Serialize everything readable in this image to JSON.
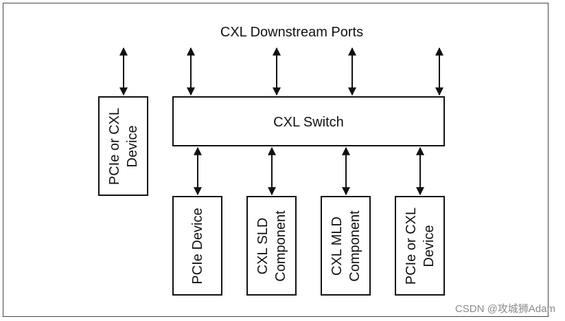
{
  "diagram": {
    "title": "CXL Downstream Ports",
    "switch_label": "CXL Switch",
    "side_device": "PCIe or CXL\nDevice",
    "components": [
      "PCIe Device",
      "CXL SLD\nComponent",
      "CXL MLD\nComponent",
      "PCIe or CXL\nDevice"
    ]
  },
  "watermark": "CSDN @攻城狮Adam"
}
